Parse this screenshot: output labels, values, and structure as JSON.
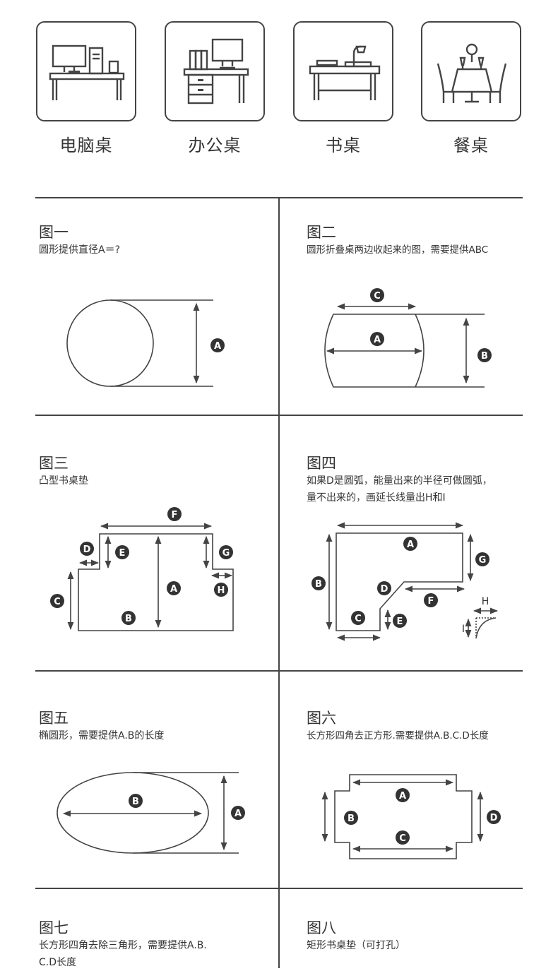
{
  "categories": [
    {
      "label": "电脑桌",
      "icon": "computer-desk-icon"
    },
    {
      "label": "办公桌",
      "icon": "office-desk-icon"
    },
    {
      "label": "书桌",
      "icon": "study-desk-icon"
    },
    {
      "label": "餐桌",
      "icon": "dining-table-icon"
    }
  ],
  "figures": [
    {
      "title": "图一",
      "desc": [
        "圆形提供直径A＝?"
      ],
      "markers": [
        "A"
      ]
    },
    {
      "title": "图二",
      "desc": [
        "圆形折叠桌两边收起来的图，需要提供ABC"
      ],
      "markers": [
        "A",
        "B",
        "C"
      ]
    },
    {
      "title": "图三",
      "desc": [
        "凸型书桌垫"
      ],
      "markers": [
        "A",
        "B",
        "C",
        "D",
        "E",
        "F",
        "G",
        "H"
      ]
    },
    {
      "title": "图四",
      "desc": [
        "如果D是圆弧，能量出来的半径可做圆弧，",
        "量不出来的，画延长线量出H和I"
      ],
      "markers": [
        "A",
        "B",
        "C",
        "D",
        "E",
        "F",
        "G"
      ],
      "plain_labels": [
        "H",
        "I"
      ]
    },
    {
      "title": "图五",
      "desc": [
        "椭圆形，需要提供A.B的长度"
      ],
      "markers": [
        "A",
        "B"
      ]
    },
    {
      "title": "图六",
      "desc": [
        "长方形四角去正方形.需要提供A.B.C.D长度"
      ],
      "markers": [
        "A",
        "B",
        "C",
        "D"
      ]
    },
    {
      "title": "图七",
      "desc": [
        "长方形四角去除三角形，需要提供A.B.",
        "C.D长度"
      ]
    },
    {
      "title": "图八",
      "desc": [
        "矩形书桌垫（可打孔）"
      ]
    }
  ],
  "colors": {
    "line": "#444444",
    "marker_bg": "#333333",
    "marker_text": "#ffffff"
  }
}
